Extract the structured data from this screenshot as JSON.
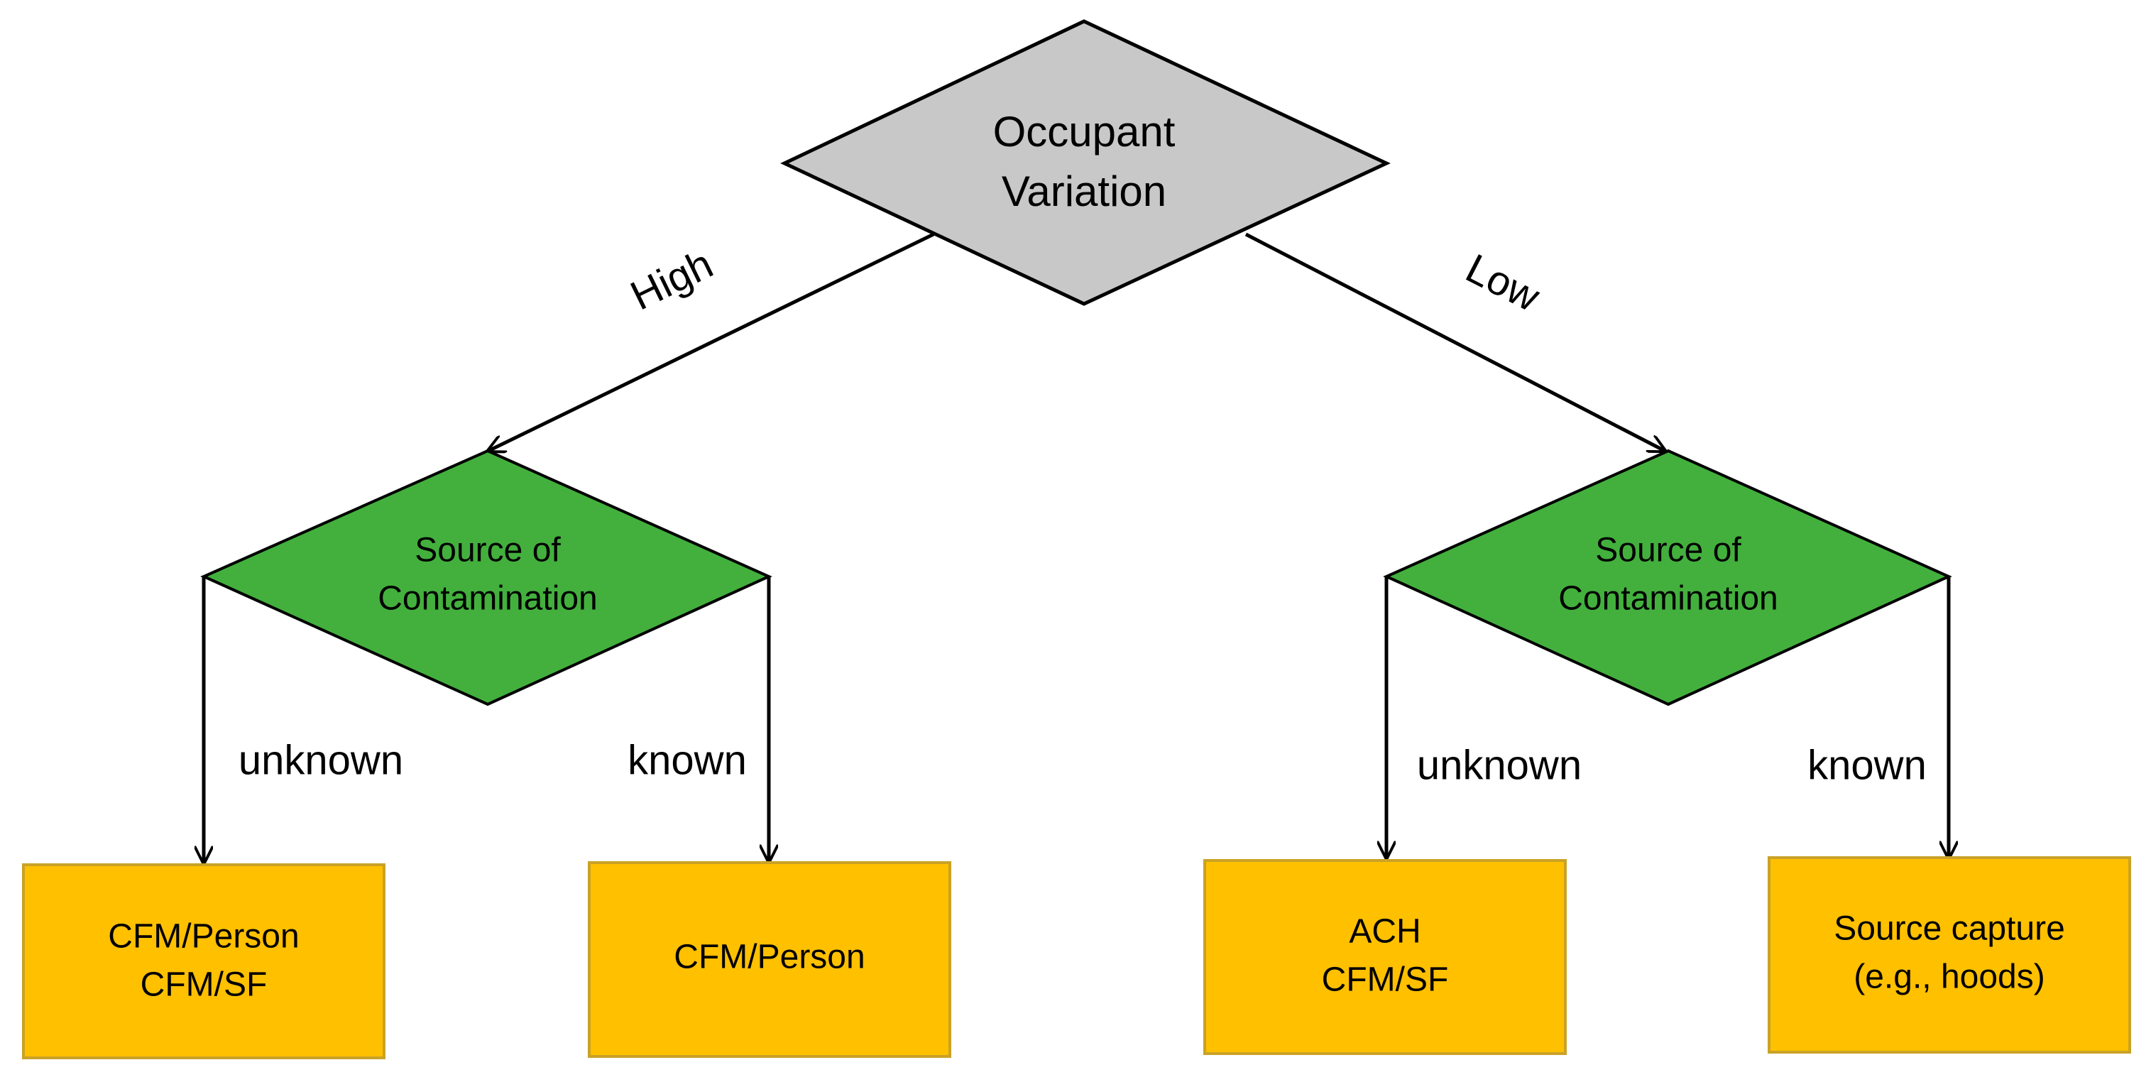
{
  "colors": {
    "root_fill": "#c8c8c8",
    "decision_fill": "#43b03d",
    "leaf_fill": "#ffc000",
    "leaf_stroke": "#c9a227",
    "line": "#000000"
  },
  "root": {
    "line1": "Occupant",
    "line2": "Variation"
  },
  "edges": {
    "high": "High",
    "low": "Low",
    "left_unknown": "unknown",
    "left_known": "known",
    "right_unknown": "unknown",
    "right_known": "known"
  },
  "decisions": {
    "left": {
      "line1": "Source of",
      "line2": "Contamination"
    },
    "right": {
      "line1": "Source of",
      "line2": "Contamination"
    }
  },
  "leaves": {
    "leaf1": {
      "line1": "CFM/Person",
      "line2": "CFM/SF"
    },
    "leaf2": {
      "line1": "CFM/Person"
    },
    "leaf3": {
      "line1": "ACH",
      "line2": "CFM/SF"
    },
    "leaf4": {
      "line1": "Source capture",
      "line2": "(e.g., hoods)"
    }
  }
}
